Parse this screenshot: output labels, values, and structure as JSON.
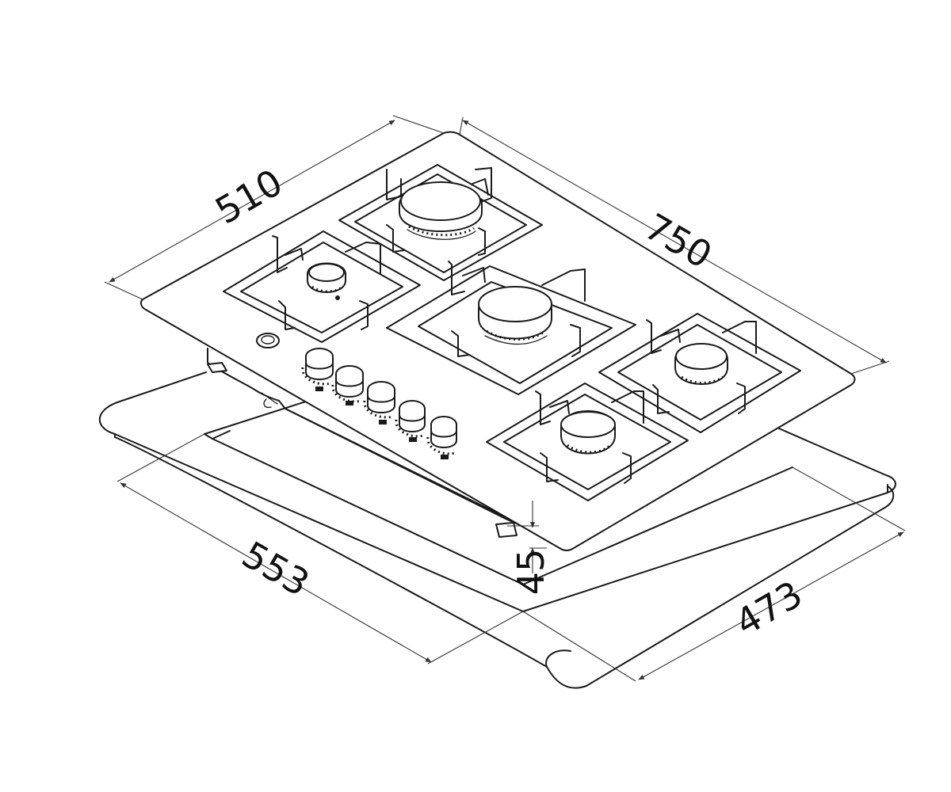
{
  "dimensions": {
    "depth_top": "510",
    "width_top": "750",
    "cutout_width": "553",
    "cutout_depth": "473",
    "height": "45"
  },
  "colors": {
    "line": "#1a1a1a",
    "background": "#ffffff"
  }
}
